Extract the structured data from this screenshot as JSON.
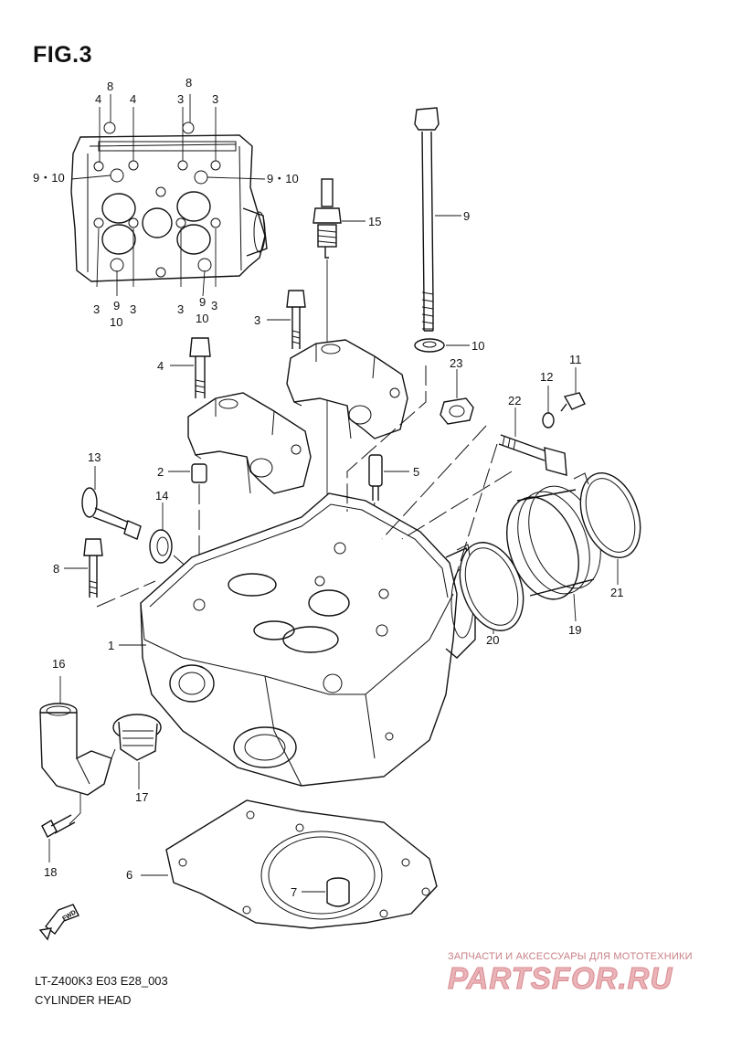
{
  "figure": {
    "title": "FIG.3",
    "model_code": "LT-Z400K3 E03 E28_003",
    "section_title": "CYLINDER HEAD"
  },
  "callouts": {
    "inset": [
      {
        "id": "c-8a",
        "label": "8"
      },
      {
        "id": "c-8b",
        "label": "8"
      },
      {
        "id": "c-4a",
        "label": "4"
      },
      {
        "id": "c-4b",
        "label": "4"
      },
      {
        "id": "c-3a",
        "label": "3"
      },
      {
        "id": "c-3b",
        "label": "3"
      },
      {
        "id": "c-910a",
        "label": "9・10"
      },
      {
        "id": "c-910b",
        "label": "9・10"
      },
      {
        "id": "c-3c",
        "label": "3"
      },
      {
        "id": "c-9a",
        "label": "9"
      },
      {
        "id": "c-3d",
        "label": "3"
      },
      {
        "id": "c-10a",
        "label": "10"
      },
      {
        "id": "c-3e",
        "label": "3"
      },
      {
        "id": "c-9b",
        "label": "9"
      },
      {
        "id": "c-3f",
        "label": "3"
      },
      {
        "id": "c-10b",
        "label": "10"
      }
    ],
    "main": [
      {
        "id": "m-9",
        "label": "9"
      },
      {
        "id": "m-15",
        "label": "15"
      },
      {
        "id": "m-3",
        "label": "3"
      },
      {
        "id": "m-10",
        "label": "10"
      },
      {
        "id": "m-4",
        "label": "4"
      },
      {
        "id": "m-23",
        "label": "23"
      },
      {
        "id": "m-12",
        "label": "12"
      },
      {
        "id": "m-11",
        "label": "11"
      },
      {
        "id": "m-22",
        "label": "22"
      },
      {
        "id": "m-13",
        "label": "13"
      },
      {
        "id": "m-2",
        "label": "2"
      },
      {
        "id": "m-5",
        "label": "5"
      },
      {
        "id": "m-14",
        "label": "14"
      },
      {
        "id": "m-8",
        "label": "8"
      },
      {
        "id": "m-21",
        "label": "21"
      },
      {
        "id": "m-1",
        "label": "1"
      },
      {
        "id": "m-20",
        "label": "20"
      },
      {
        "id": "m-19",
        "label": "19"
      },
      {
        "id": "m-16",
        "label": "16"
      },
      {
        "id": "m-17",
        "label": "17"
      },
      {
        "id": "m-18",
        "label": "18"
      },
      {
        "id": "m-6",
        "label": "6"
      },
      {
        "id": "m-7",
        "label": "7"
      }
    ]
  },
  "fwd_marker": {
    "label": "FWD"
  },
  "watermark": {
    "caption": "ЗАПЧАСТИ И АКСЕССУАРЫ ДЛЯ МОТОТЕХНИКИ",
    "logo_text": "PARTSFOR.RU",
    "color": "#d98a90"
  },
  "colors": {
    "ink": "#111111",
    "background": "#ffffff"
  }
}
